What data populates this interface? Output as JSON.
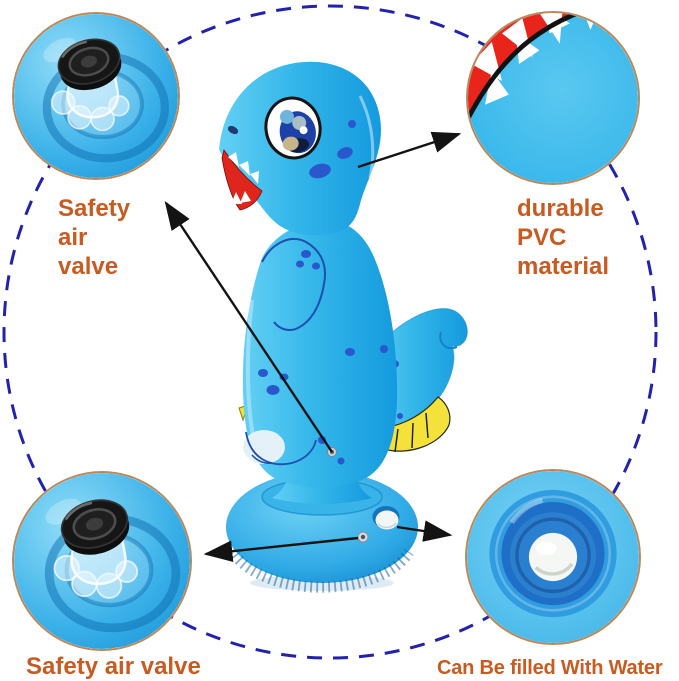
{
  "figure": {
    "type": "product-feature-diagram",
    "subject": "Blue inflatable dinosaur punching bag toy with weighted round base"
  },
  "callouts": {
    "top_left": {
      "image": "air-valve-closeup",
      "lines": [
        "Safety",
        "air",
        "valve"
      ]
    },
    "top_right": {
      "image": "pvc-teeth-closeup",
      "lines": [
        "durable",
        "PVC",
        "material"
      ]
    },
    "bottom_left": {
      "image": "air-valve-closeup",
      "label": "Safety air valve"
    },
    "bottom_right": {
      "image": "water-fill-port-closeup",
      "label": "Can Be filled With Water"
    }
  },
  "arrows": [
    {
      "from": "body-air-valve",
      "to": "top-left-callout"
    },
    {
      "from": "neck-pvc-skin",
      "to": "top-right-callout"
    },
    {
      "from": "base-air-valve",
      "to": "bottom-left-callout"
    },
    {
      "from": "base-water-port",
      "to": "bottom-right-callout"
    }
  ],
  "colors": {
    "background": "#ffffff",
    "label_text": "#c75b21",
    "dashed_circle": "#2222ac",
    "arrow": "#131313",
    "callout_border": "#b9895d",
    "toy_body_blue": "#35b7ea",
    "toy_deep_blue": "#149ade",
    "toy_spot_blue": "#2a57cc",
    "tail_yellow": "#f4e23a",
    "mouth_red": "#e8241b"
  }
}
